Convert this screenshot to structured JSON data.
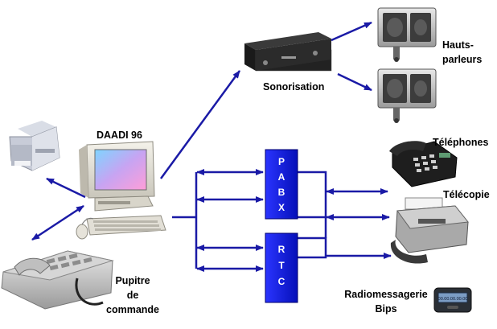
{
  "labels": {
    "daadi": "DAADI 96",
    "sonorisation": "Sonorisation",
    "hauts_1": "Hauts-",
    "hauts_2": "parleurs",
    "telephones": "Téléphones",
    "telecopie": "Télécopie",
    "pupitre_1": "Pupitre",
    "pupitre_2": "de",
    "pupitre_3": "commande",
    "radio_1": "Radiomessagerie",
    "radio_2": "Bips"
  },
  "boxes": {
    "pabx": [
      "P",
      "A",
      "B",
      "X"
    ],
    "rtc": [
      "R",
      "T",
      "C"
    ]
  },
  "pager_display": "00.00.00.00.00",
  "colors": {
    "connector": "#1a1aa6",
    "box_fill": "#0a14d8",
    "box_text": "#ffffff",
    "label": "#000000"
  },
  "icons": {
    "computer": "desktop-computer-icon",
    "printer": "printer-icon",
    "console": "desk-console-icon",
    "amplifier": "amplifier-icon",
    "speaker": "speaker-icon",
    "telephone": "telephone-icon",
    "fax": "fax-machine-icon",
    "pager": "pager-icon"
  }
}
